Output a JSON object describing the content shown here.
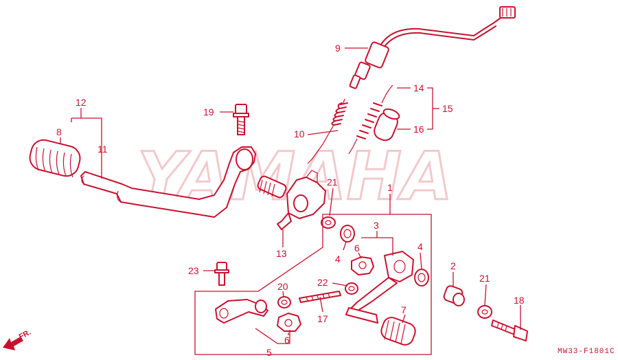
{
  "watermark": "YAMAHA",
  "diagram_code": "MW33-F1801C",
  "front_marker": {
    "label": "FR.",
    "icon": "arrow-icon"
  },
  "colors": {
    "line": "#c8102e",
    "watermark": "#f2c9cc",
    "background": "#ffffff"
  },
  "callouts": [
    "1",
    "2",
    "3",
    "4",
    "4",
    "5",
    "6",
    "6",
    "7",
    "8",
    "9",
    "10",
    "11",
    "12",
    "13",
    "14",
    "15",
    "16",
    "17",
    "18",
    "19",
    "20",
    "21",
    "21",
    "22",
    "23"
  ]
}
